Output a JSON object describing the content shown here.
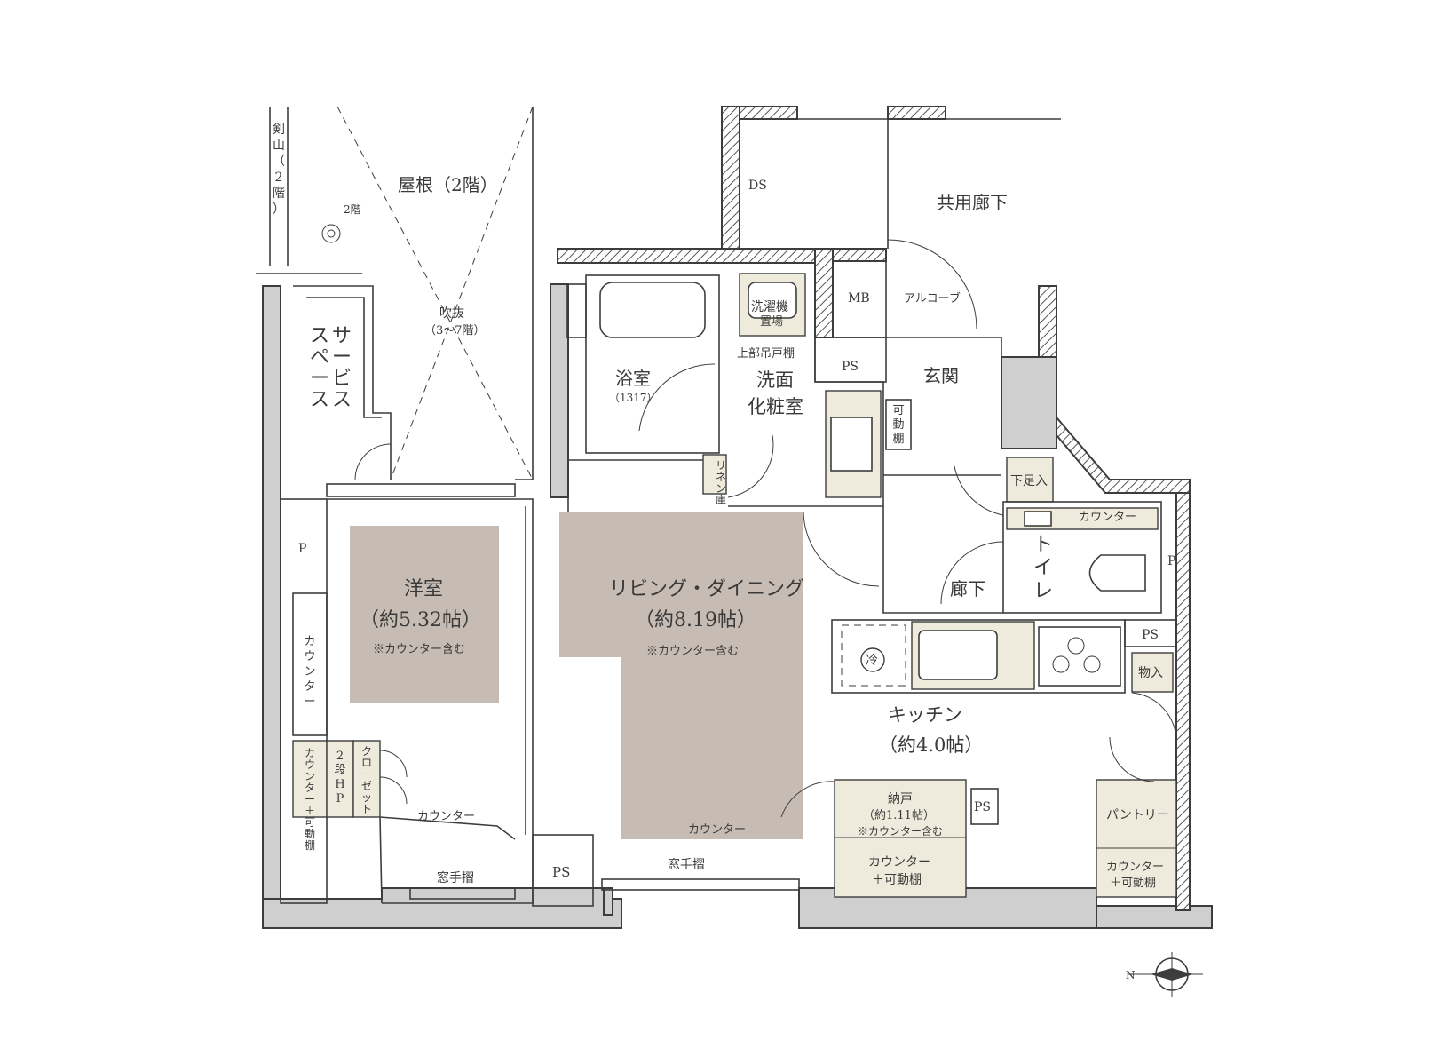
{
  "rooms": {
    "roof": "屋根（2階）",
    "common_corridor": "共用廊下",
    "ds": "DS",
    "mb": "MB",
    "alcove": "アルコーブ",
    "ps_top": "PS",
    "ps_right": "PS",
    "ps_storage": "PS",
    "ps_bottom": "PS",
    "genkan": "玄関",
    "movable_shelf_genkan": [
      "可",
      "動",
      "棚"
    ],
    "shoe_box": "下足入",
    "bath": "浴室",
    "bath_size": "（1317）",
    "washroom_1": "洗面",
    "washroom_2": "化粧室",
    "washer_1": "洗濯機",
    "washer_2": "置場",
    "upper_cabinet": "上部吊戸棚",
    "linen": [
      "リ",
      "ネ",
      "ン",
      "庫"
    ],
    "fukinuke": "吹抜",
    "fukinuke_floors": "（3～7階）",
    "service_space_1": [
      "サ",
      "ー",
      "ビ",
      "ス"
    ],
    "service_space_2": [
      "ス",
      "ペ",
      "ー",
      "ス"
    ],
    "kenzan": [
      "剣",
      "山",
      "（",
      "2",
      "階",
      "）"
    ],
    "second_floor": "2階",
    "western_room": "洋室",
    "western_room_size": "（約5.32帖）",
    "western_room_note": "※カウンター含む",
    "living": "リビング・ダイニング",
    "living_size": "（約8.19帖）",
    "living_note": "※カウンター含む",
    "p_left": "P",
    "p_right": "P",
    "counter_vertical": [
      "カ",
      "ウ",
      "ン",
      "タ",
      "ー"
    ],
    "counter_shelf": [
      "カ",
      "ウ",
      "ン",
      "タ",
      "ー",
      "＋",
      "可",
      "動",
      "棚"
    ],
    "two_tier_hp": [
      "2",
      "段",
      "H",
      "P"
    ],
    "closet": [
      "ク",
      "ロ",
      "ー",
      "ゼ",
      "ッ",
      "ト"
    ],
    "counter_western": "カウンター",
    "counter_living": "カウンター",
    "counter_toilet": "カウンター",
    "window_rail_left": "窓手摺",
    "window_rail_center": "窓手摺",
    "hallway": "廊下",
    "toilet": [
      "ト",
      "イ",
      "レ"
    ],
    "kitchen": "キッチン",
    "kitchen_size": "（約4.0帖）",
    "fridge": "冷",
    "storage_closet": "物入",
    "nando": "納戸",
    "nando_size": "（約1.11帖）",
    "nando_note": "※カウンター含む",
    "nando_counter_1": "カウンター",
    "nando_counter_2": "＋可動棚",
    "pantry": "パントリー",
    "pantry_counter_1": "カウンター",
    "pantry_counter_2": "＋可動棚"
  },
  "compass": {
    "label": "N"
  },
  "colors": {
    "room_fill": "#c7bcb3",
    "wall_fill": "#cfcfcf",
    "fixture_fill": "#efebdc",
    "line": "#3d3d3d"
  }
}
